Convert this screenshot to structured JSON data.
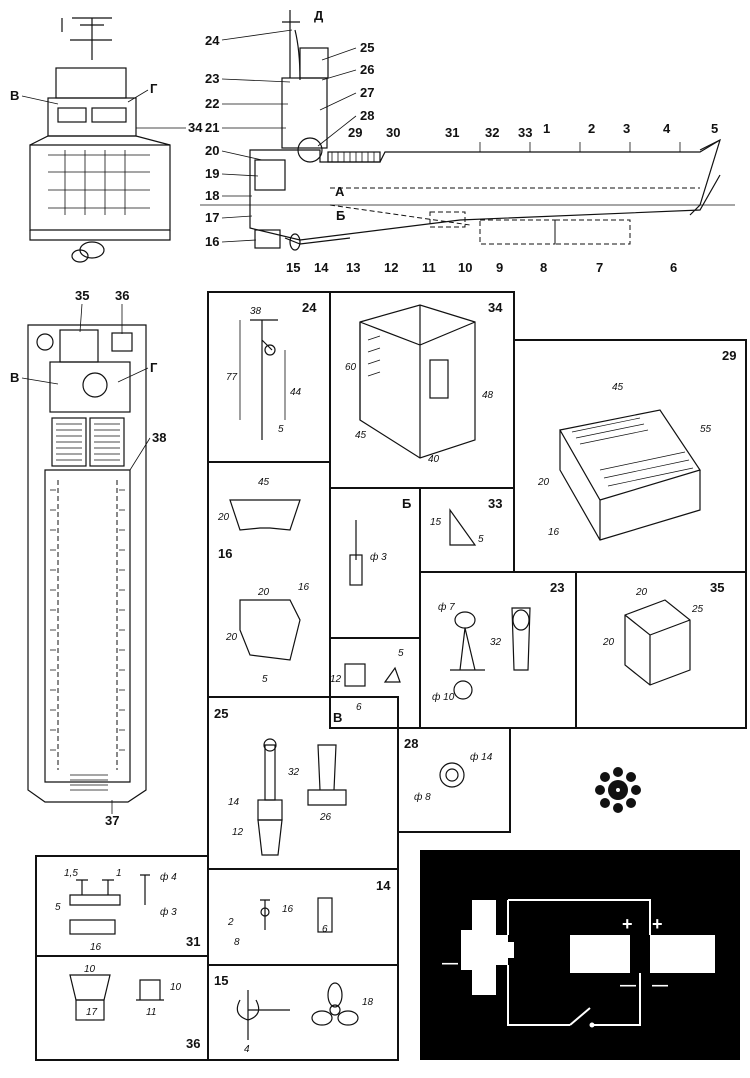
{
  "letters": {
    "A": "А",
    "B": "Б",
    "V": "В",
    "G": "Г",
    "D": "Д"
  },
  "side_view": {
    "callouts": [
      "1",
      "2",
      "3",
      "4",
      "5",
      "6",
      "7",
      "8",
      "9",
      "10",
      "11",
      "12",
      "13",
      "14",
      "15",
      "16",
      "17",
      "18",
      "19",
      "20",
      "21",
      "22",
      "23",
      "24",
      "25",
      "26",
      "27",
      "28",
      "29",
      "30",
      "31",
      "32",
      "33"
    ]
  },
  "front_view": {
    "label_34": "34"
  },
  "plan_view": {
    "label_35": "35",
    "label_36": "36",
    "label_37": "37",
    "label_38": "38"
  },
  "details": {
    "d24": {
      "num": "24",
      "dims": [
        "38",
        "77",
        "44",
        "5"
      ]
    },
    "d34": {
      "num": "34",
      "dims": [
        "60",
        "48",
        "45",
        "40"
      ]
    },
    "d29": {
      "num": "29",
      "dims": [
        "45",
        "55",
        "20",
        "16"
      ]
    },
    "d16": {
      "num": "16",
      "dims": [
        "45",
        "20",
        "20",
        "16",
        "20",
        "5"
      ]
    },
    "dB": {
      "num": "Б",
      "dims": [
        "ф 3"
      ]
    },
    "d33": {
      "num": "33",
      "dims": [
        "15",
        "5"
      ]
    },
    "d23": {
      "num": "23",
      "dims": [
        "ф 7",
        "32",
        "ф 10"
      ]
    },
    "d35": {
      "num": "35",
      "dims": [
        "20",
        "25",
        "20"
      ]
    },
    "dV": {
      "num": "В",
      "dims": [
        "12",
        "6",
        "5"
      ]
    },
    "d25": {
      "num": "25",
      "dims": [
        "32",
        "14",
        "12",
        "26"
      ]
    },
    "d28": {
      "num": "28",
      "dims": [
        "ф 14",
        "ф 8"
      ]
    },
    "d31": {
      "num": "31",
      "dims": [
        "1,5",
        "1",
        "ф 4",
        "5",
        "ф 3",
        "16"
      ]
    },
    "d14": {
      "num": "14",
      "dims": [
        "16",
        "2",
        "8",
        "6"
      ]
    },
    "d36": {
      "num": "36",
      "dims": [
        "10",
        "10",
        "17",
        "11"
      ]
    },
    "d15": {
      "num": "15",
      "dims": [
        "18",
        "4"
      ]
    }
  },
  "circuit": {
    "plus1": "+",
    "plus2": "+",
    "minus1": "—",
    "minus2": "—",
    "minus3": "—"
  }
}
